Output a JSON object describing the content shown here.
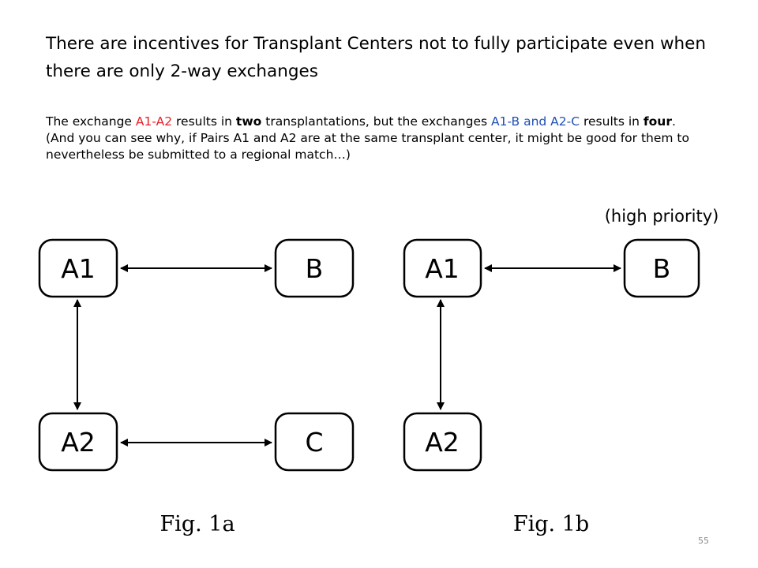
{
  "slide": {
    "title": "There are incentives for Transplant Centers not to fully participate even when there are only 2-way exchanges",
    "paragraph1": {
      "p1": "The exchange ",
      "p2": "A1-A2",
      "p3": " results in ",
      "p4": "two",
      "p5": " transplantations, but the exchanges ",
      "p6": "A1-B and A2-C",
      "p7": " results in ",
      "p8": "four",
      "p9": "."
    },
    "paragraph2": "(And you can see why, if Pairs A1 and A2 are at the same transplant center, it might be good for them to nevertheless be submitted to a regional match…)",
    "page_number": "55"
  },
  "colors": {
    "red": "#e8202a",
    "blue": "#1f4fb5"
  },
  "figures": {
    "fig1a": {
      "caption": "Fig. 1a",
      "nodes": {
        "a1": "A1",
        "b": "B",
        "a2": "A2",
        "c": "C"
      }
    },
    "fig1b": {
      "caption": "Fig. 1b",
      "annotation": "(high priority)",
      "nodes": {
        "a1": "A1",
        "b": "B",
        "a2": "A2"
      }
    }
  }
}
